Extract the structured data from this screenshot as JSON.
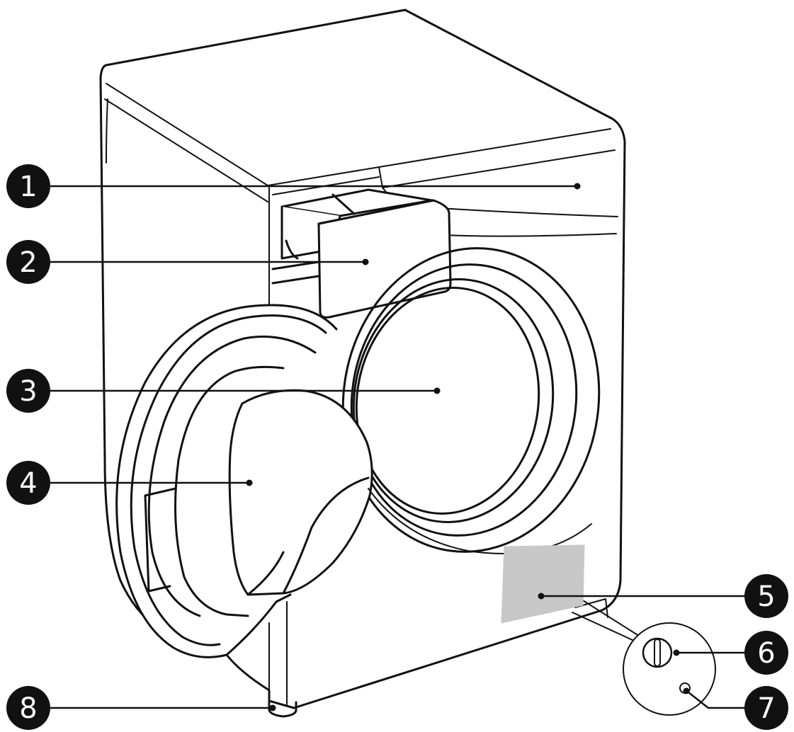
{
  "colors": {
    "ink": "#111111",
    "badge": "#111111",
    "badge_text": "#ffffff",
    "plate": "#c8c8c8",
    "paper": "#ffffff"
  },
  "callouts": [
    {
      "number": "1",
      "target": "control-panel"
    },
    {
      "number": "2",
      "target": "detergent-drawer"
    },
    {
      "number": "3",
      "target": "drum"
    },
    {
      "number": "4",
      "target": "door"
    },
    {
      "number": "5",
      "target": "rating-plate"
    },
    {
      "number": "6",
      "target": "filter"
    },
    {
      "number": "7",
      "target": "drain-hose"
    },
    {
      "number": "8",
      "target": "adjustable-foot"
    }
  ]
}
